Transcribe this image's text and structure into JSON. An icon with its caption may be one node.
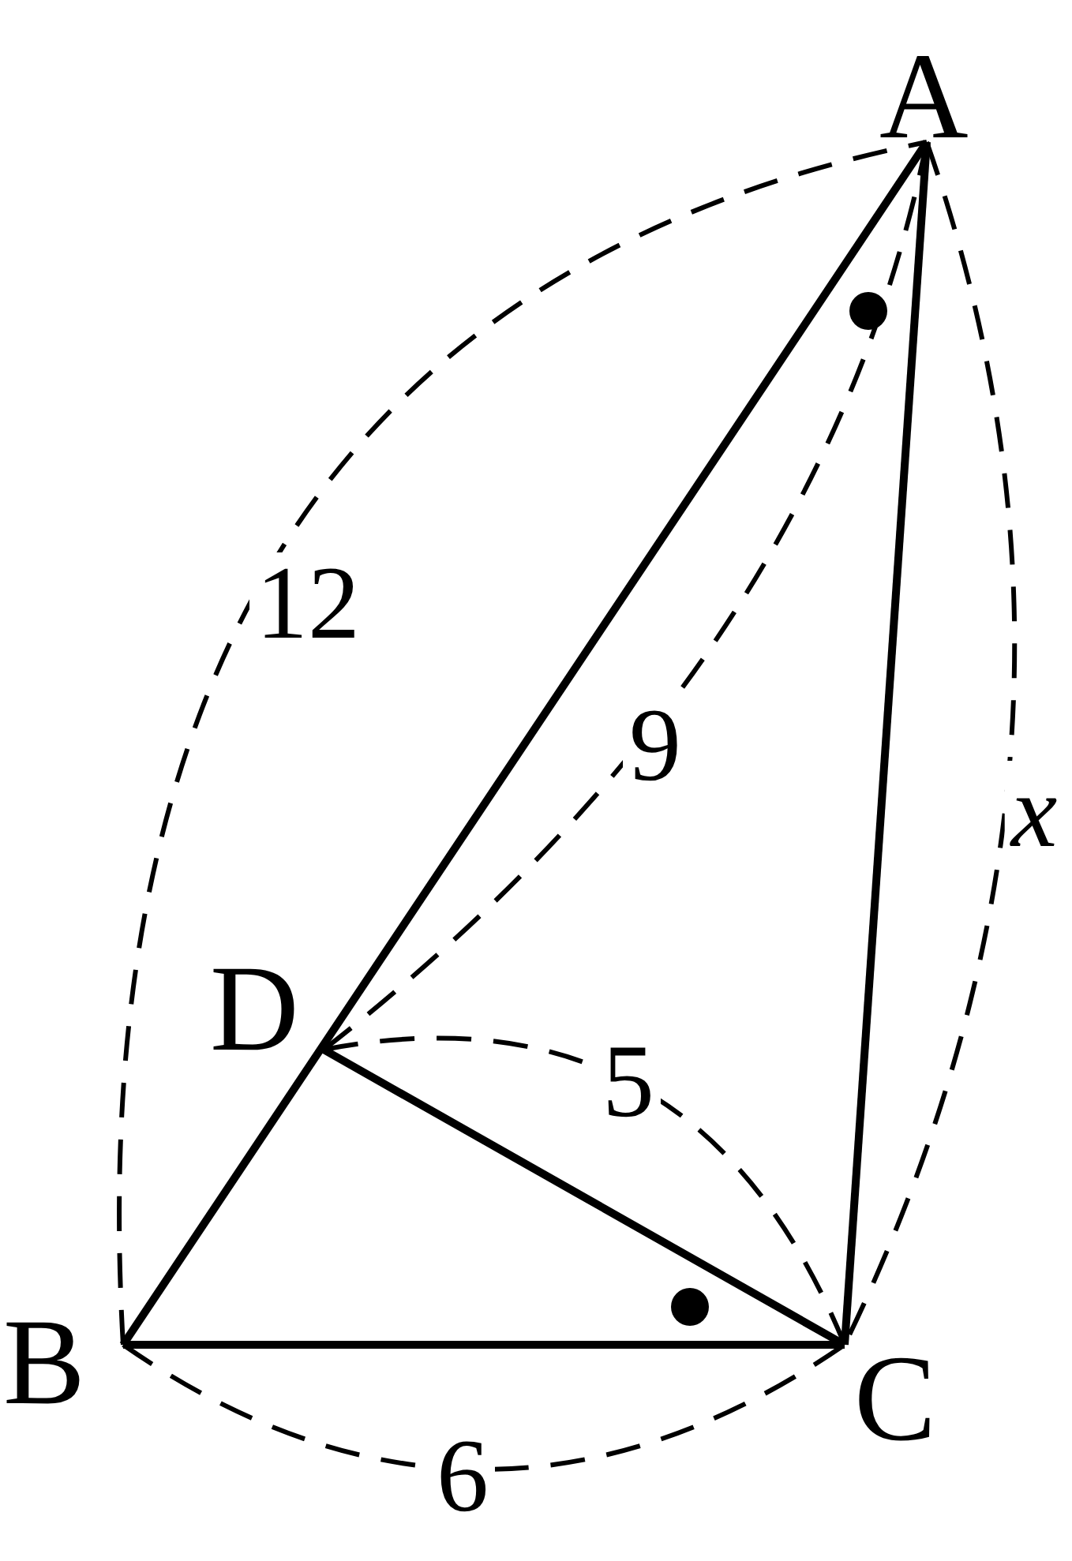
{
  "diagram": {
    "nodes": [
      {
        "text": [
          "A"
        ]
      },
      {
        "text": [
          "B"
        ]
      },
      {
        "text": [
          "C"
        ]
      },
      {
        "text": [
          "D"
        ]
      }
    ],
    "edges": [
      {
        "from": 0,
        "to": 1,
        "arrow": "none"
      },
      {
        "from": 0,
        "to": 2,
        "arrow": "none"
      },
      {
        "from": 1,
        "to": 2,
        "arrow": "none"
      },
      {
        "from": 3,
        "to": 2,
        "arrow": "none"
      }
    ],
    "labels": [
      "12",
      "9",
      "x",
      "5",
      "6"
    ]
  }
}
